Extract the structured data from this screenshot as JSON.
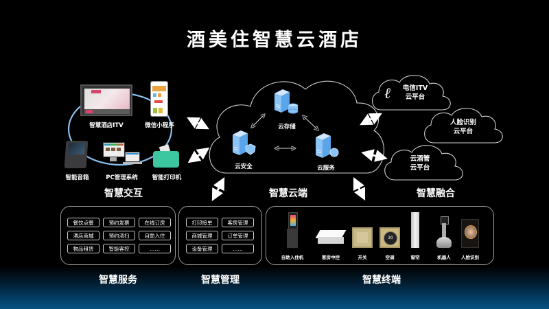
{
  "title": "酒美住智慧云酒店",
  "sections": {
    "interaction": {
      "label": "智慧交互",
      "devices": [
        {
          "label": "智慧酒店ITV",
          "icon": "tv-icon"
        },
        {
          "label": "微信小程序",
          "icon": "phone-icon"
        },
        {
          "label": "智能音箱",
          "icon": "smart-speaker-icon"
        },
        {
          "label": "PC管理系统",
          "icon": "pc-icon"
        },
        {
          "label": "智能打印机",
          "icon": "printer-icon"
        }
      ]
    },
    "cloud": {
      "label": "智慧云端",
      "nodes": [
        {
          "label": "云存储",
          "icon": "server-storage-icon"
        },
        {
          "label": "云安全",
          "icon": "server-security-icon"
        },
        {
          "label": "云服务",
          "icon": "server-service-icon"
        }
      ]
    },
    "fusion": {
      "label": "智慧融合",
      "clouds": [
        {
          "line1": "电信ITV",
          "line2": "云平台",
          "icon": "china-telecom-logo-icon"
        },
        {
          "line1": "人脸识别",
          "line2": "云平台"
        },
        {
          "line1": "云酒管",
          "line2": "云平台"
        }
      ]
    },
    "service": {
      "label": "智慧服务",
      "items": [
        "餐饮点餐",
        "预约发票",
        "在线订房",
        "酒店商城",
        "预约清扫",
        "自助入住",
        "物品租赁",
        "智能客控",
        "……"
      ]
    },
    "management": {
      "label": "智慧管理",
      "items": [
        "打印接单",
        "客房管理",
        "商城管理",
        "订单管理",
        "设备管理",
        "……"
      ]
    },
    "terminal": {
      "label": "智慧终端",
      "devices": [
        {
          "label": "自助入住机",
          "icon": "kiosk-icon"
        },
        {
          "label": "客房中控",
          "icon": "control-box-icon"
        },
        {
          "label": "开关",
          "icon": "switch-panel-icon"
        },
        {
          "label": "空调",
          "icon": "thermostat-icon"
        },
        {
          "label": "窗帘",
          "icon": "curtain-motor-icon"
        },
        {
          "label": "机器人",
          "icon": "robot-icon"
        },
        {
          "label": "人脸识别",
          "icon": "face-recognition-icon"
        }
      ],
      "thermostat_reading": "30"
    }
  },
  "colors": {
    "server_blue": "#6fb4f2",
    "ring_blue": "#8cc0ee",
    "printer_green": "#3cc7a0",
    "bottom_gradient": "#04527f"
  }
}
